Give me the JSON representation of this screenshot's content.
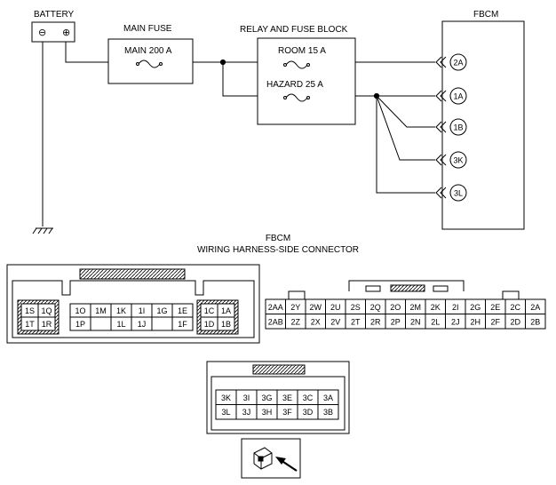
{
  "schematic": {
    "battery_label": "BATTERY",
    "main_fuse_label": "MAIN FUSE",
    "main_fuse_rating": "MAIN 200 A",
    "relay_block_label": "RELAY AND FUSE BLOCK",
    "room_fuse": "ROOM 15 A",
    "hazard_fuse": "HAZARD 25 A",
    "fbcm_label": "FBCM",
    "fbcm_pins": [
      "2A",
      "1A",
      "1B",
      "3K",
      "3L"
    ]
  },
  "connector_section": {
    "title_line1": "FBCM",
    "title_line2": "WIRING HARNESS-SIDE CONNECTOR"
  },
  "connector1": {
    "left_block": [
      [
        "1S",
        "1Q"
      ],
      [
        "1T",
        "1R"
      ]
    ],
    "mid_top": [
      "1O",
      "1M",
      "1K",
      "1I",
      "1G",
      "1E"
    ],
    "mid_bottom": [
      "1P",
      "",
      "1L",
      "1J",
      "",
      "1F"
    ],
    "right_block": [
      [
        "1C",
        "1A"
      ],
      [
        "1D",
        "1B"
      ]
    ]
  },
  "connector2": {
    "top": [
      "2AA",
      "2Y",
      "2W",
      "2U",
      "2S",
      "2Q",
      "2O",
      "2M",
      "2K",
      "2I",
      "2G",
      "2E",
      "2C",
      "2A"
    ],
    "bottom": [
      "2AB",
      "2Z",
      "2X",
      "2V",
      "2T",
      "2R",
      "2P",
      "2N",
      "2L",
      "2J",
      "2H",
      "2F",
      "2D",
      "2B"
    ]
  },
  "connector3": {
    "top": [
      "3K",
      "3I",
      "3G",
      "3E",
      "3C",
      "3A"
    ],
    "bottom": [
      "3L",
      "3J",
      "3H",
      "3F",
      "3D",
      "3B"
    ]
  },
  "icons": {
    "battery_minus": "⊖",
    "battery_plus": "⊕"
  }
}
